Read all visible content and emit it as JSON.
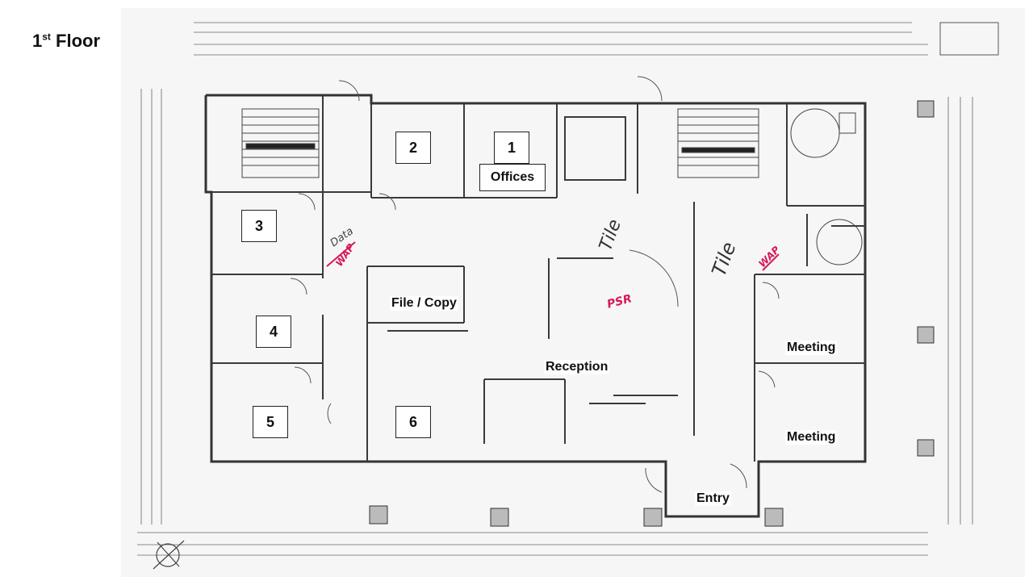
{
  "page": {
    "title_prefix": "1",
    "title_sup": "st",
    "title_suffix": " Floor"
  },
  "rooms": {
    "office_1": "1",
    "office_2": "2",
    "offices": "Offices",
    "office_3": "3",
    "office_4": "4",
    "office_5": "5",
    "office_6": "6",
    "file_copy": "File / Copy",
    "reception": "Reception",
    "meeting_1": "Meeting",
    "meeting_2": "Meeting",
    "entry": "Entry"
  },
  "markup": {
    "tile_1": "Tile",
    "tile_2": "Tile",
    "psr": "PSR",
    "data": "Data",
    "wap_1": "WAP",
    "wap_2": "WAP"
  },
  "colors": {
    "line": "#3a3a3a",
    "markup_red": "#d6195a",
    "paper": "#f7f7f7"
  }
}
